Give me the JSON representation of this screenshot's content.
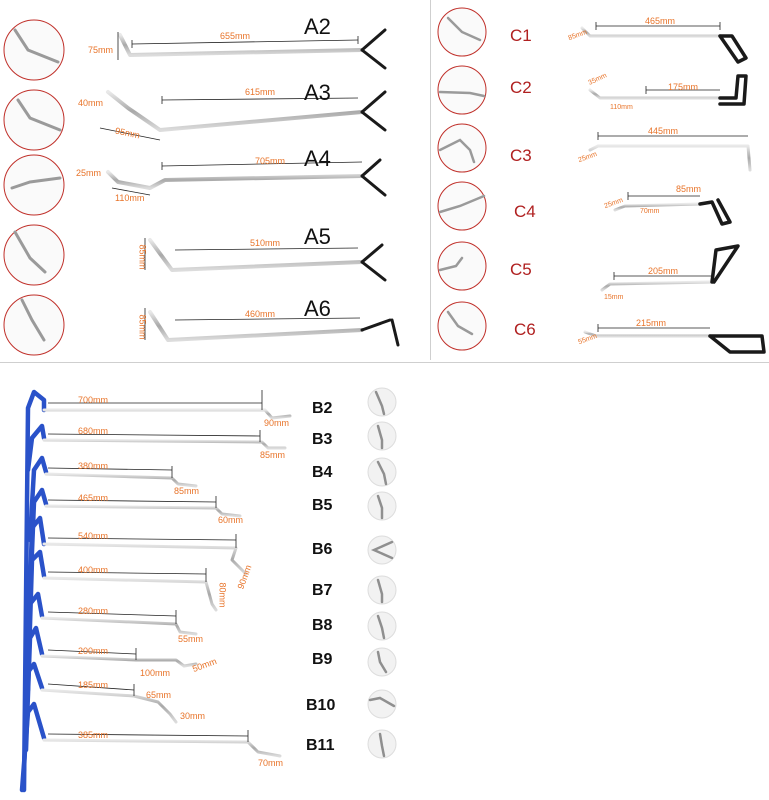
{
  "a_group": [
    {
      "label": "A2",
      "length": "655mm",
      "side": "75mm"
    },
    {
      "label": "A3",
      "length": "615mm",
      "side": "40mm",
      "base": "95mm"
    },
    {
      "label": "A4",
      "length": "705mm",
      "side": "25mm",
      "base": "110mm"
    },
    {
      "label": "A5",
      "length": "510mm",
      "side": "85mm"
    },
    {
      "label": "A6",
      "length": "460mm",
      "side": "85mm"
    }
  ],
  "c_group": [
    {
      "label": "C1",
      "length": "465mm",
      "tip": "85mm"
    },
    {
      "label": "C2",
      "length": "175mm",
      "tip": "35mm",
      "base": "110mm"
    },
    {
      "label": "C3",
      "length": "445mm",
      "tip": "25mm"
    },
    {
      "label": "C4",
      "length": "85mm",
      "tip": "25mm",
      "base": "70mm"
    },
    {
      "label": "C5",
      "length": "205mm",
      "tip": "15mm"
    },
    {
      "label": "C6",
      "length": "215mm",
      "tip": "55mm"
    }
  ],
  "b_group": [
    {
      "label": "B2",
      "length": "700mm",
      "tip": "90mm"
    },
    {
      "label": "B3",
      "length": "680mm",
      "tip": "85mm"
    },
    {
      "label": "B4",
      "length": "380mm",
      "tip": "85mm"
    },
    {
      "label": "B5",
      "length": "465mm",
      "tip": "60mm"
    },
    {
      "label": "B6",
      "length": "540mm",
      "tip": "90mm"
    },
    {
      "label": "B7",
      "length": "400mm",
      "tip": "80mm"
    },
    {
      "label": "B8",
      "length": "280mm",
      "tip": "55mm"
    },
    {
      "label": "B9",
      "length": "200mm",
      "tip": "50mm",
      "mid": "100mm"
    },
    {
      "label": "B10",
      "length": "185mm",
      "tip": "30mm",
      "mid": "65mm"
    },
    {
      "label": "B11",
      "length": "385mm",
      "tip": "70mm"
    }
  ],
  "colors": {
    "dimension": "#e8742a",
    "c_label": "#b02020",
    "b_handle": "#2a52c9",
    "rod": "#b8b8b8",
    "handle_dark": "#111111"
  }
}
